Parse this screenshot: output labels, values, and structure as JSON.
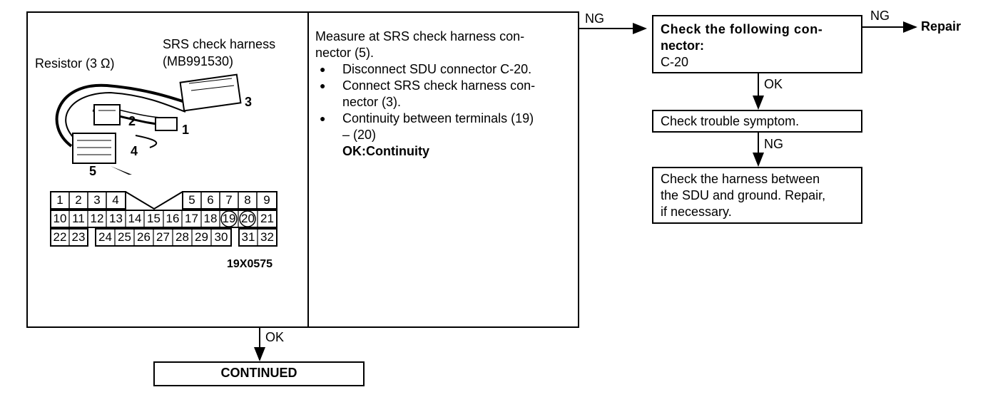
{
  "step": {
    "illustration": {
      "harness_label_line1": "SRS check harness",
      "harness_label_line2": "(MB991530)",
      "resistor_label": "Resistor (3 Ω)",
      "callouts": [
        "1",
        "2",
        "3",
        "4",
        "5"
      ],
      "figure_code": "19X0575",
      "connector_pins": {
        "row1": [
          "1",
          "2",
          "3",
          "4",
          "5",
          "6",
          "7",
          "8",
          "9"
        ],
        "row2": [
          "10",
          "11",
          "12",
          "13",
          "14",
          "15",
          "16",
          "17",
          "18",
          "19",
          "20",
          "21"
        ],
        "row3": [
          "22",
          "23",
          "24",
          "25",
          "26",
          "27",
          "28",
          "29",
          "30",
          "31",
          "32"
        ],
        "circled": [
          "19",
          "20"
        ]
      }
    },
    "instruction": {
      "heading_line1": "Measure at SRS check harness con-",
      "heading_line2": "nector (5).",
      "bullets": [
        {
          "line1": "Disconnect SDU connector C-20.",
          "line2": ""
        },
        {
          "line1": "Connect SRS check harness con-",
          "line2": "nector (3)."
        },
        {
          "line1": "Continuity between terminals (19)",
          "line2": "– (20)"
        }
      ],
      "ok_condition": "OK:Continuity"
    }
  },
  "flow": {
    "ng_label": "NG",
    "ok_label": "OK",
    "check_connector": {
      "line1": "Check the following con-",
      "line2": "nector:",
      "line3": "C-20"
    },
    "repair_label": "Repair",
    "ng_label_2": "NG",
    "ok_label_2": "OK",
    "check_symptom": "Check trouble symptom.",
    "ng_label_3": "NG",
    "check_harness": {
      "line1": "Check the harness between",
      "line2": "the SDU and ground. Repair,",
      "line3": "if necessary."
    },
    "ok_label_main": "OK",
    "continued": "CONTINUED"
  },
  "colors": {
    "line": "#000000",
    "background": "#ffffff"
  }
}
